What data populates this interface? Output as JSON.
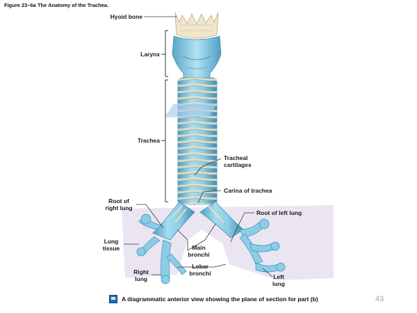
{
  "figure": {
    "title": "Figure 23–6a The Anatomy of the Trachea.",
    "caption": "A diagrammatic anterior view showing the plane of section for part (b)",
    "page_number": "43",
    "caption_icon": "book-icon"
  },
  "labels": {
    "hyoid_bone": "Hyoid bone",
    "larynx": "Larynx",
    "trachea": "Trachea",
    "tracheal_cartilages_1": "Tracheal",
    "tracheal_cartilages_2": "cartilages",
    "carina_of_trachea": "Carina of trachea",
    "root_of_right_lung_1": "Root of",
    "root_of_right_lung_2": "right lung",
    "root_of_left_lung": "Root of left lung",
    "lung_tissue_1": "Lung",
    "lung_tissue_2": "tissue",
    "main_bronchi_1": "Main",
    "main_bronchi_2": "bronchi",
    "lobar_bronchi_1": "Lobar",
    "lobar_bronchi_2": "bronchi",
    "right_lung_1": "Right",
    "right_lung_2": "lung",
    "left_lung_1": "Left",
    "left_lung_2": "lung"
  },
  "colors": {
    "cartilage_blue": "#8ccde6",
    "cartilage_dark": "#3f8fb4",
    "ring_tan": "#e8ddc0",
    "lung_tissue": "#e7e1f0",
    "hyoid": "#efe6cc",
    "section_plane": "#a9cdf0"
  }
}
